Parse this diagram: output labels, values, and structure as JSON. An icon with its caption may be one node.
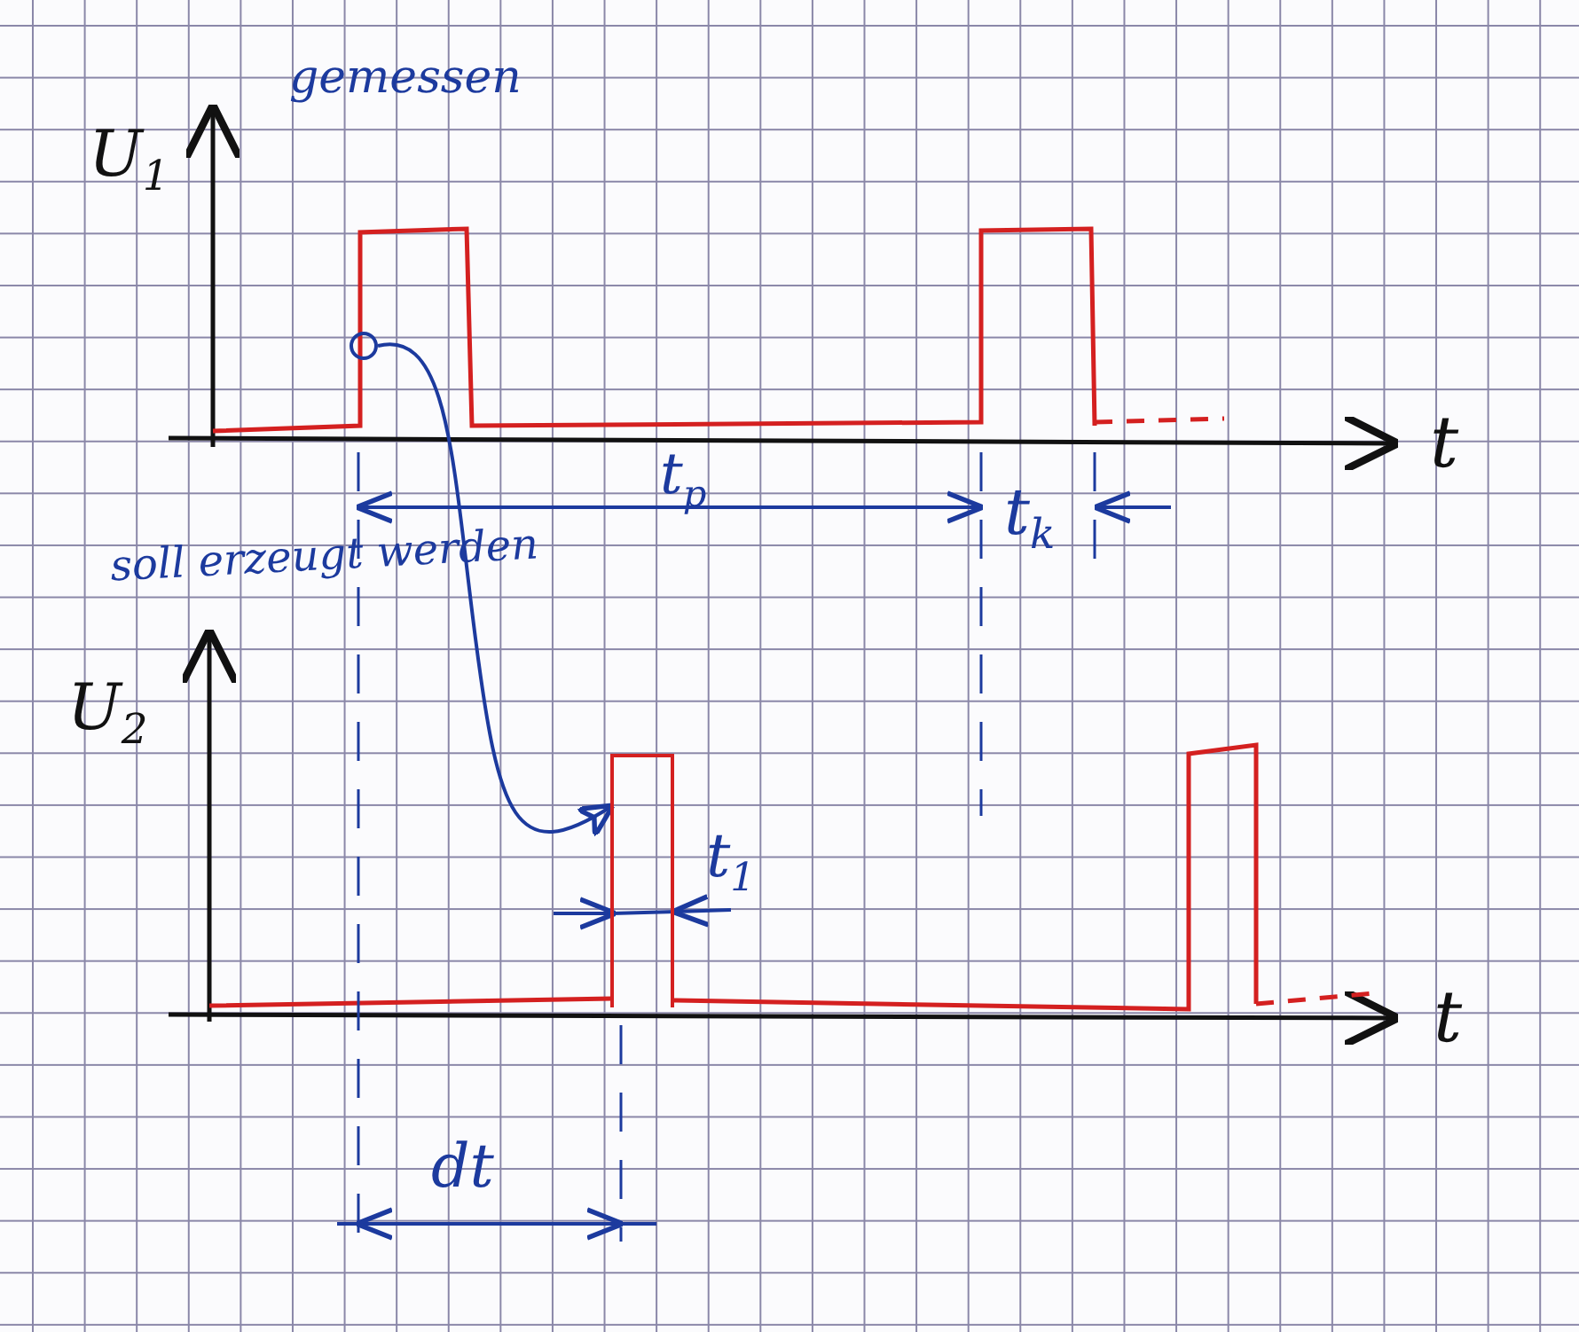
{
  "diagram": {
    "nodes": [
      {
        "text": [],
        "shape": "circle"
      },
      {
        "text": [],
        "shape": "bar"
      }
    ],
    "edges": [
      {
        "from": 0,
        "to": 1,
        "arrow": "to"
      }
    ],
    "labels": [
      "U$_{1}$",
      "gemessen",
      "t",
      "t$_{p}$",
      "t$_{k}$",
      "soll erzeugt werden",
      "U$_{2}$",
      "t$_{1}$",
      "t",
      "dt"
    ]
  }
}
